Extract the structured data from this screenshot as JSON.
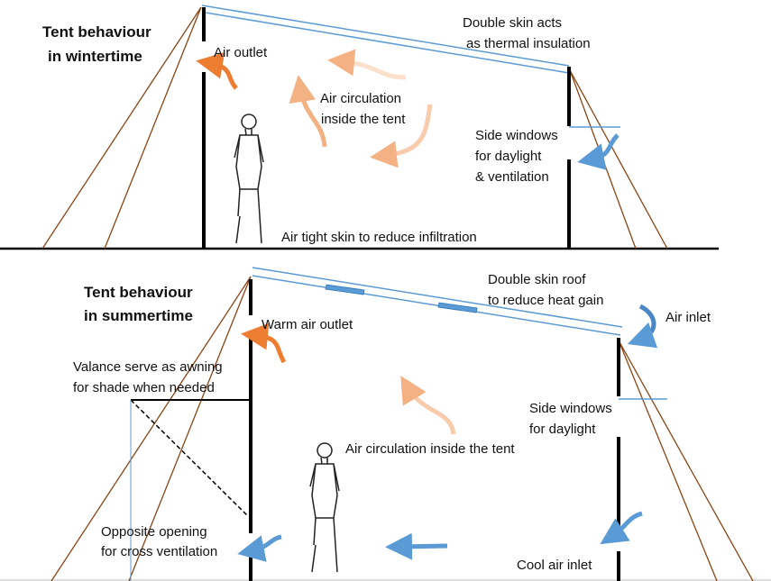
{
  "colors": {
    "roof": "#5b9bd5",
    "rope": "#8b4513",
    "pole": "#000000",
    "warm_arrow": "#ed7d31",
    "light_warm_arrow": "#f4b183",
    "cool_arrow": "#5b9bd5"
  },
  "winter": {
    "title_line1": "Tent behaviour",
    "title_line2": "in wintertime",
    "air_outlet": "Air outlet",
    "double_skin_line1": "Double skin acts",
    "double_skin_line2": "as thermal insulation",
    "circulation_line1": "Air circulation",
    "circulation_line2": "inside the tent",
    "side_windows_line1": "Side windows",
    "side_windows_line2": "for daylight",
    "side_windows_line3": "& ventilation",
    "air_tight": "Air tight skin to reduce infiltration"
  },
  "summer": {
    "title_line1": "Tent behaviour",
    "title_line2": "in summertime",
    "double_skin_line1": "Double skin roof",
    "double_skin_line2": "to reduce heat gain",
    "air_inlet": "Air inlet",
    "warm_outlet": "Warm air outlet",
    "valance_line1": "Valance serve as awning",
    "valance_line2": "for shade when needed",
    "side_windows_line1": "Side windows",
    "side_windows_line2": "for daylight",
    "circulation": "Air circulation inside the tent",
    "opposite_line1": "Opposite opening",
    "opposite_line2": "for cross ventilation",
    "cool_inlet": "Cool air inlet"
  }
}
